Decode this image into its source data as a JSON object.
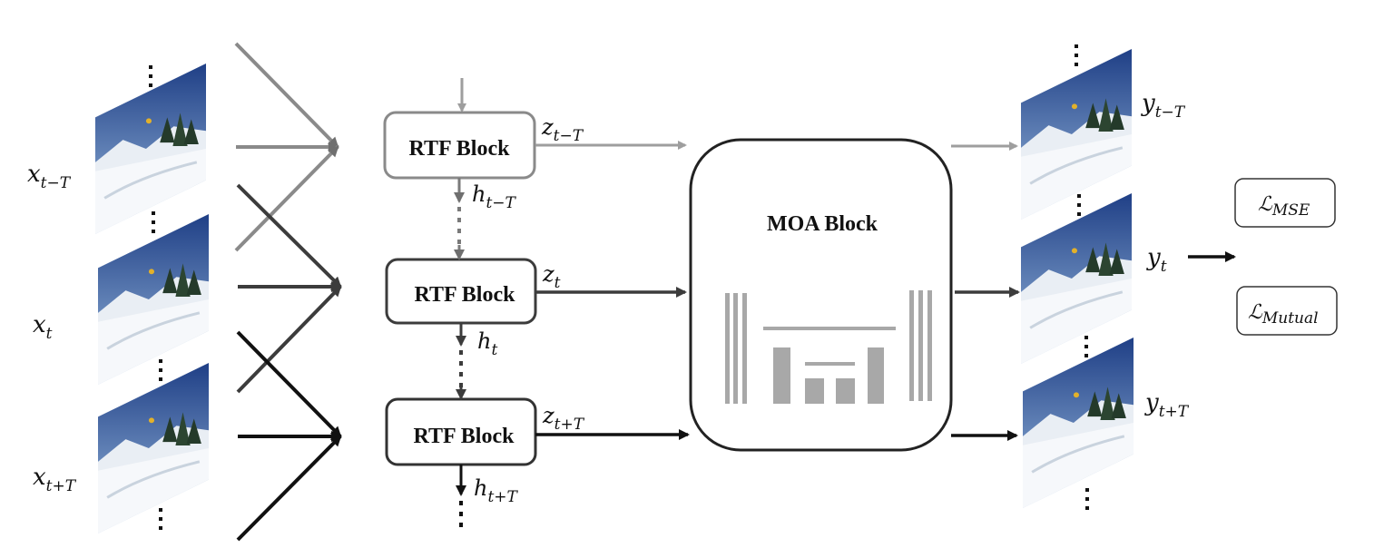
{
  "colors": {
    "light_gray": "#9e9e9e",
    "mid_gray": "#6f6f6f",
    "dark_gray": "#3c3c3c",
    "black": "#111111",
    "sky_top": "#1f3f86",
    "sky_bottom": "#8fb3da",
    "snow": "#f1f4f8",
    "trees": "#243a2a"
  },
  "inputs": [
    {
      "var": "x",
      "sub": "t−T"
    },
    {
      "var": "x",
      "sub": "t"
    },
    {
      "var": "x",
      "sub": "t+T"
    }
  ],
  "rtf_blocks": [
    {
      "label": "RTF Block",
      "z": {
        "var": "z",
        "sub": "t−T"
      },
      "h": {
        "var": "h",
        "sub": "t−T"
      }
    },
    {
      "label": "RTF Block",
      "z": {
        "var": "z",
        "sub": "t"
      },
      "h": {
        "var": "h",
        "sub": "t"
      }
    },
    {
      "label": "RTF Block",
      "z": {
        "var": "z",
        "sub": "t+T"
      },
      "h": {
        "var": "h",
        "sub": "t+T"
      }
    }
  ],
  "moa_block": {
    "label": "MOA Block"
  },
  "outputs": [
    {
      "var": "y",
      "sub": "t−T"
    },
    {
      "var": "y",
      "sub": "t"
    },
    {
      "var": "y",
      "sub": "t+T"
    }
  ],
  "losses": [
    {
      "symbol": "ℒ",
      "sub": "MSE"
    },
    {
      "symbol": "ℒ",
      "sub": "Mutual"
    }
  ],
  "ellipsis_icon_name": "vertical-ellipsis-icon",
  "frame_icon_name": "ski-slope-frame-icon"
}
